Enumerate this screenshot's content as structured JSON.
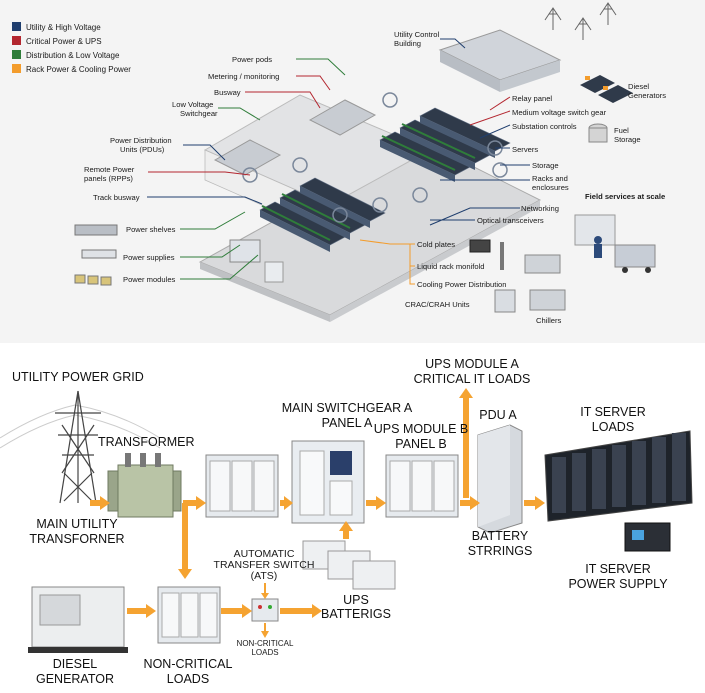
{
  "colors": {
    "utility": "#1f3e6e",
    "critical": "#b3262f",
    "distribution": "#2f7d3a",
    "rack": "#f39c2c",
    "arrow": "#f5a331"
  },
  "legend": [
    {
      "label": "Utility & High Voltage",
      "color": "#1f3e6e"
    },
    {
      "label": "Critical Power & UPS",
      "color": "#b3262f"
    },
    {
      "label": "Distribution & Low Voltage",
      "color": "#2f7d3a"
    },
    {
      "label": "Rack Power & Cooling Power",
      "color": "#f39c2c"
    }
  ],
  "top_labels": {
    "power_pods": "Power pods",
    "metering": "Metering / monitoring",
    "busway": "Busway",
    "lv_switchgear_1": "Low Voltage",
    "lv_switchgear_2": "Switchgear",
    "pdu_1": "Power Distribution",
    "pdu_2": "Units (PDUs)",
    "rpp_1": "Remote Power",
    "rpp_2": "panels (RPPs)",
    "track_busway": "Track busway",
    "power_shelves": "Power shelves",
    "power_supplies": "Power supplies",
    "power_modules": "Power modules",
    "utility_control_1": "Utility Control",
    "utility_control_2": "Building",
    "diesel_1": "Diesel",
    "diesel_2": "Generators",
    "relay_panel": "Relay panel",
    "mv_switch_gear": "Medium voltage switch gear",
    "substation": "Substation controls",
    "fuel_1": "Fuel",
    "fuel_2": "Storage",
    "servers": "Servers",
    "storage": "Storage",
    "racks_1": "Racks and",
    "racks_2": "enclosures",
    "field_services": "Field services at scale",
    "networking": "Networking",
    "optical": "Optical transceivers",
    "cold_plates": "Cold plates",
    "liquid_manifold": "Liquid rack monifold",
    "cooling_distribution": "Cooling Power Distribution",
    "crac": "CRAC/CRAH Units",
    "chillers": "Chillers"
  },
  "bottom_labels": {
    "utility_grid": "UTILITY POWER GRID",
    "transformer": "TRANSFORMER",
    "main_utility_1": "MAIN UTILITY",
    "main_utility_2": "TRANSFORNER",
    "diesel_gen_1": "DIESEL",
    "diesel_gen_2": "GENERATOR",
    "non_critical_1": "NON-CRITICAL",
    "non_critical_2": "LOADS",
    "ats_1": "AUTOMATIC",
    "ats_2": "TRANSFER SWITCH",
    "ats_3": "(ATS)",
    "non_critical_small_1": "NON-CRITICAL",
    "non_critical_small_2": "LOADS",
    "main_switchgear_1": "MAIN SWITCHGEAR A",
    "main_switchgear_2": "PANEL A",
    "ups_module_b_1": "UPS MODULE B",
    "ups_module_b_2": "PANEL B",
    "ups_batteries_1": "UPS",
    "ups_batteries_2": "BATTERIGS",
    "ups_module_a_1": "UPS MODULE A",
    "ups_module_a_2": "CRITICAL IT LOADS",
    "pdu_a": "PDU A",
    "battery_1": "BATTERY",
    "battery_2": "STRRINGS",
    "it_server_loads_1": "IT SERVER",
    "it_server_loads_2": "LOADS",
    "it_power_1": "IT SERVER",
    "it_power_2": "POWER SUPPLY"
  }
}
